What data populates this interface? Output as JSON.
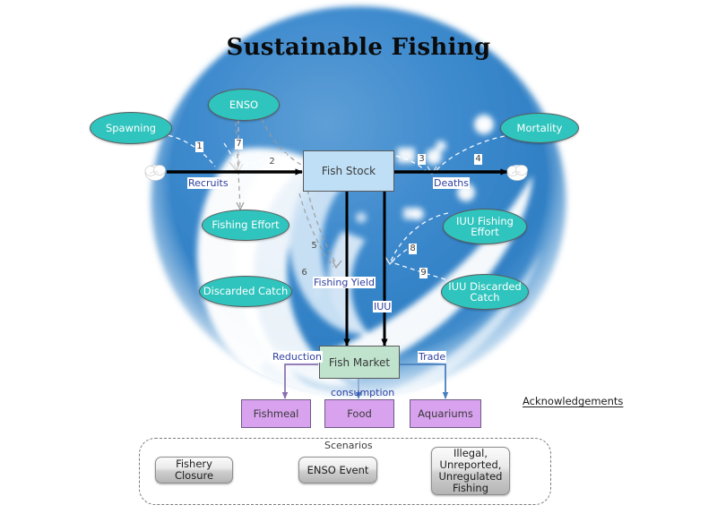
{
  "title": "Sustainable Fishing",
  "colors": {
    "oval_fill": "#2fc4bd",
    "fish_stock_fill": "#bfdff6",
    "fish_market_fill": "#bfe3cd",
    "end_box_fill": "#d9a2ee",
    "globe_blue": "#2f7fc4",
    "label_text": "#2f3fa0",
    "connector_purple": "#8a6fae",
    "connector_blue": "#4a7fbf"
  },
  "ovals": [
    {
      "id": "spawning",
      "label": "Spawning"
    },
    {
      "id": "enso",
      "label": "ENSO"
    },
    {
      "id": "mortality",
      "label": "Mortality"
    },
    {
      "id": "fishing-effort",
      "label": "Fishing Effort"
    },
    {
      "id": "discarded-catch",
      "label": "Discarded Catch"
    },
    {
      "id": "iuu-fishing-effort",
      "label": "IUU Fishing\nEffort"
    },
    {
      "id": "iuu-discarded-catch",
      "label": "IUU Discarded\nCatch"
    }
  ],
  "stocks": {
    "fish_stock": "Fish Stock",
    "fish_market": "Fish Market"
  },
  "end_boxes": [
    {
      "id": "fishmeal",
      "label": "Fishmeal"
    },
    {
      "id": "food",
      "label": "Food"
    },
    {
      "id": "aquariums",
      "label": "Aquariums"
    }
  ],
  "flow_labels": {
    "recruits": "Recruits",
    "deaths": "Deaths",
    "fishing_yield": "Fishing Yield",
    "iuu": "IUU",
    "reduction": "Reduction",
    "consumption": "consumption",
    "trade": "Trade"
  },
  "link_numbers": [
    "1",
    "2",
    "3",
    "4",
    "5",
    "6",
    "7",
    "8",
    "9"
  ],
  "acknowledgements": "Acknowledgements",
  "scenarios": {
    "title": "Scenarios",
    "buttons": [
      {
        "id": "fishery-closure",
        "label": "Fishery Closure"
      },
      {
        "id": "enso-event",
        "label": "ENSO Event"
      },
      {
        "id": "iuu-fishing",
        "label": "Illegal,\nUnreported,\nUnregulated\nFishing"
      }
    ]
  }
}
